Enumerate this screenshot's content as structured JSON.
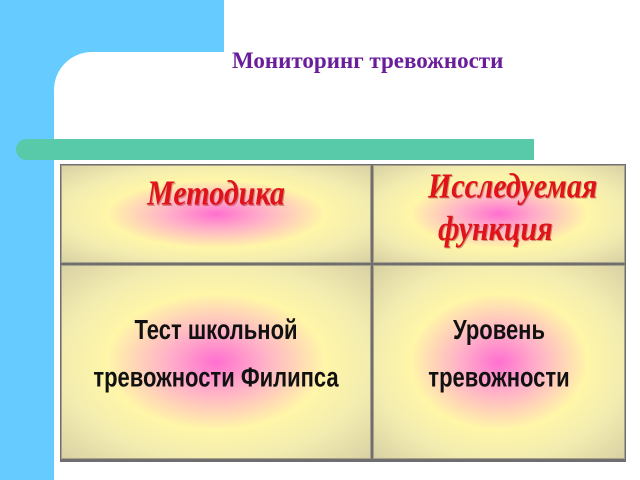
{
  "slide": {
    "title": "Мониторинг тревожности",
    "table": {
      "headers": {
        "method": "Методика",
        "function_line1": "Исследуемая",
        "function_line2": "функция"
      },
      "rows": [
        {
          "method_line1": "Тест школьной",
          "method_line2": "тревожности Филипса",
          "function_line1": "Уровень",
          "function_line2": "тревожности"
        }
      ]
    }
  },
  "colors": {
    "title": "#6a1d9a",
    "header_text": "#e0121a",
    "body_text": "#111111",
    "blue_band": "#66ccff",
    "teal_bar": "#58c9a9"
  }
}
